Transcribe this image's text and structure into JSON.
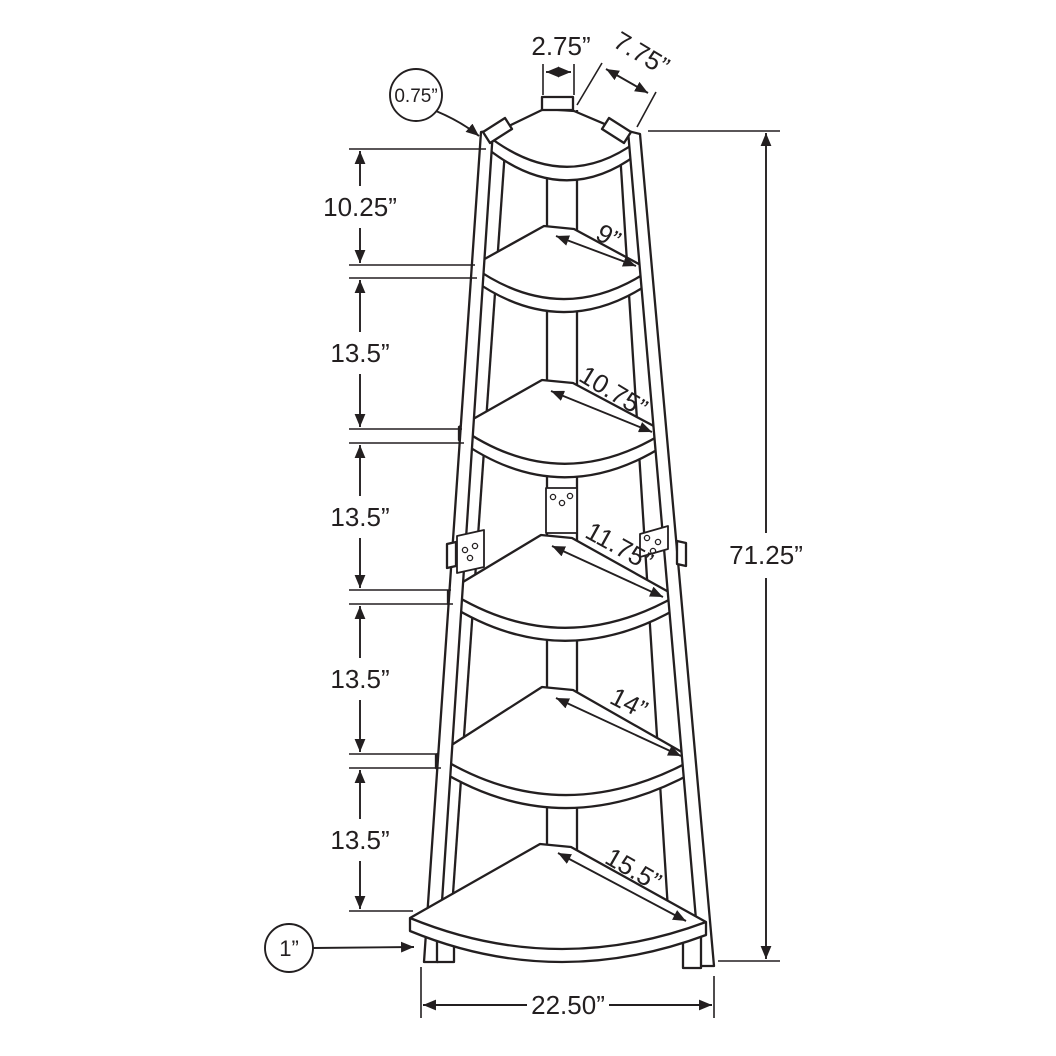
{
  "diagram": {
    "type": "technical-dimension-drawing",
    "subject": "5-tier corner ladder shelf / corner etagere",
    "units": "inches",
    "ink_color": "#231f20",
    "background_color": "#ffffff",
    "top_width": "2.75”",
    "top_side_depth": "7.75”",
    "leg_tab_thickness": "0.75”",
    "left_spacings": [
      "10.25”",
      "13.5”",
      "13.5”",
      "13.5”",
      "13.5”"
    ],
    "shelf_depths": [
      "9”",
      "10.75”",
      "11.75”",
      "14”",
      "15.5”"
    ],
    "total_height": "71.25”",
    "base_width": "22.50”",
    "foot_thickness": "1”"
  }
}
